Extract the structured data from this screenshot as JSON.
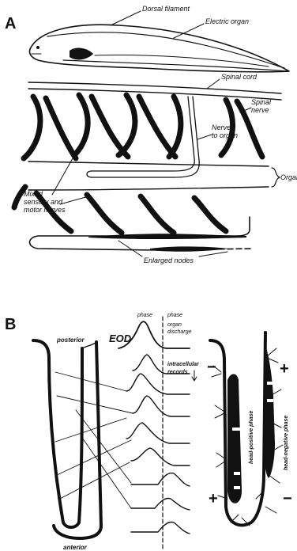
{
  "panel_a": {
    "letter": "A",
    "labels": {
      "dorsal_filament": "Dorsal filament",
      "electric_organ": "Electric organ",
      "spinal_cord": "Spinal cord",
      "spinal_nerve_1": "Spinal",
      "spinal_nerve_2": "nerve",
      "nerve_to_organ_1": "Nerve",
      "nerve_to_organ_2": "to organ",
      "organ": "Organ",
      "mixed_1": "Mixed",
      "mixed_2": "sensory and",
      "mixed_3": "motor nerves",
      "enlarged_nodes": "Enlarged nodes"
    }
  },
  "panel_b": {
    "letter": "B",
    "labels": {
      "posterior": "posterior",
      "anterior": "anterior",
      "eod": "EOD",
      "phase_left": "phase",
      "phase_right": "phase",
      "organ_1": "organ",
      "organ_2": "discharge",
      "intra_1": "intracellular",
      "intra_2": "records",
      "head_positive": "head-positive phase",
      "head_negative": "head-negative phase",
      "minus_top": "−",
      "plus_top": "+",
      "plus_bottom": "+",
      "minus_bottom": "−"
    }
  }
}
